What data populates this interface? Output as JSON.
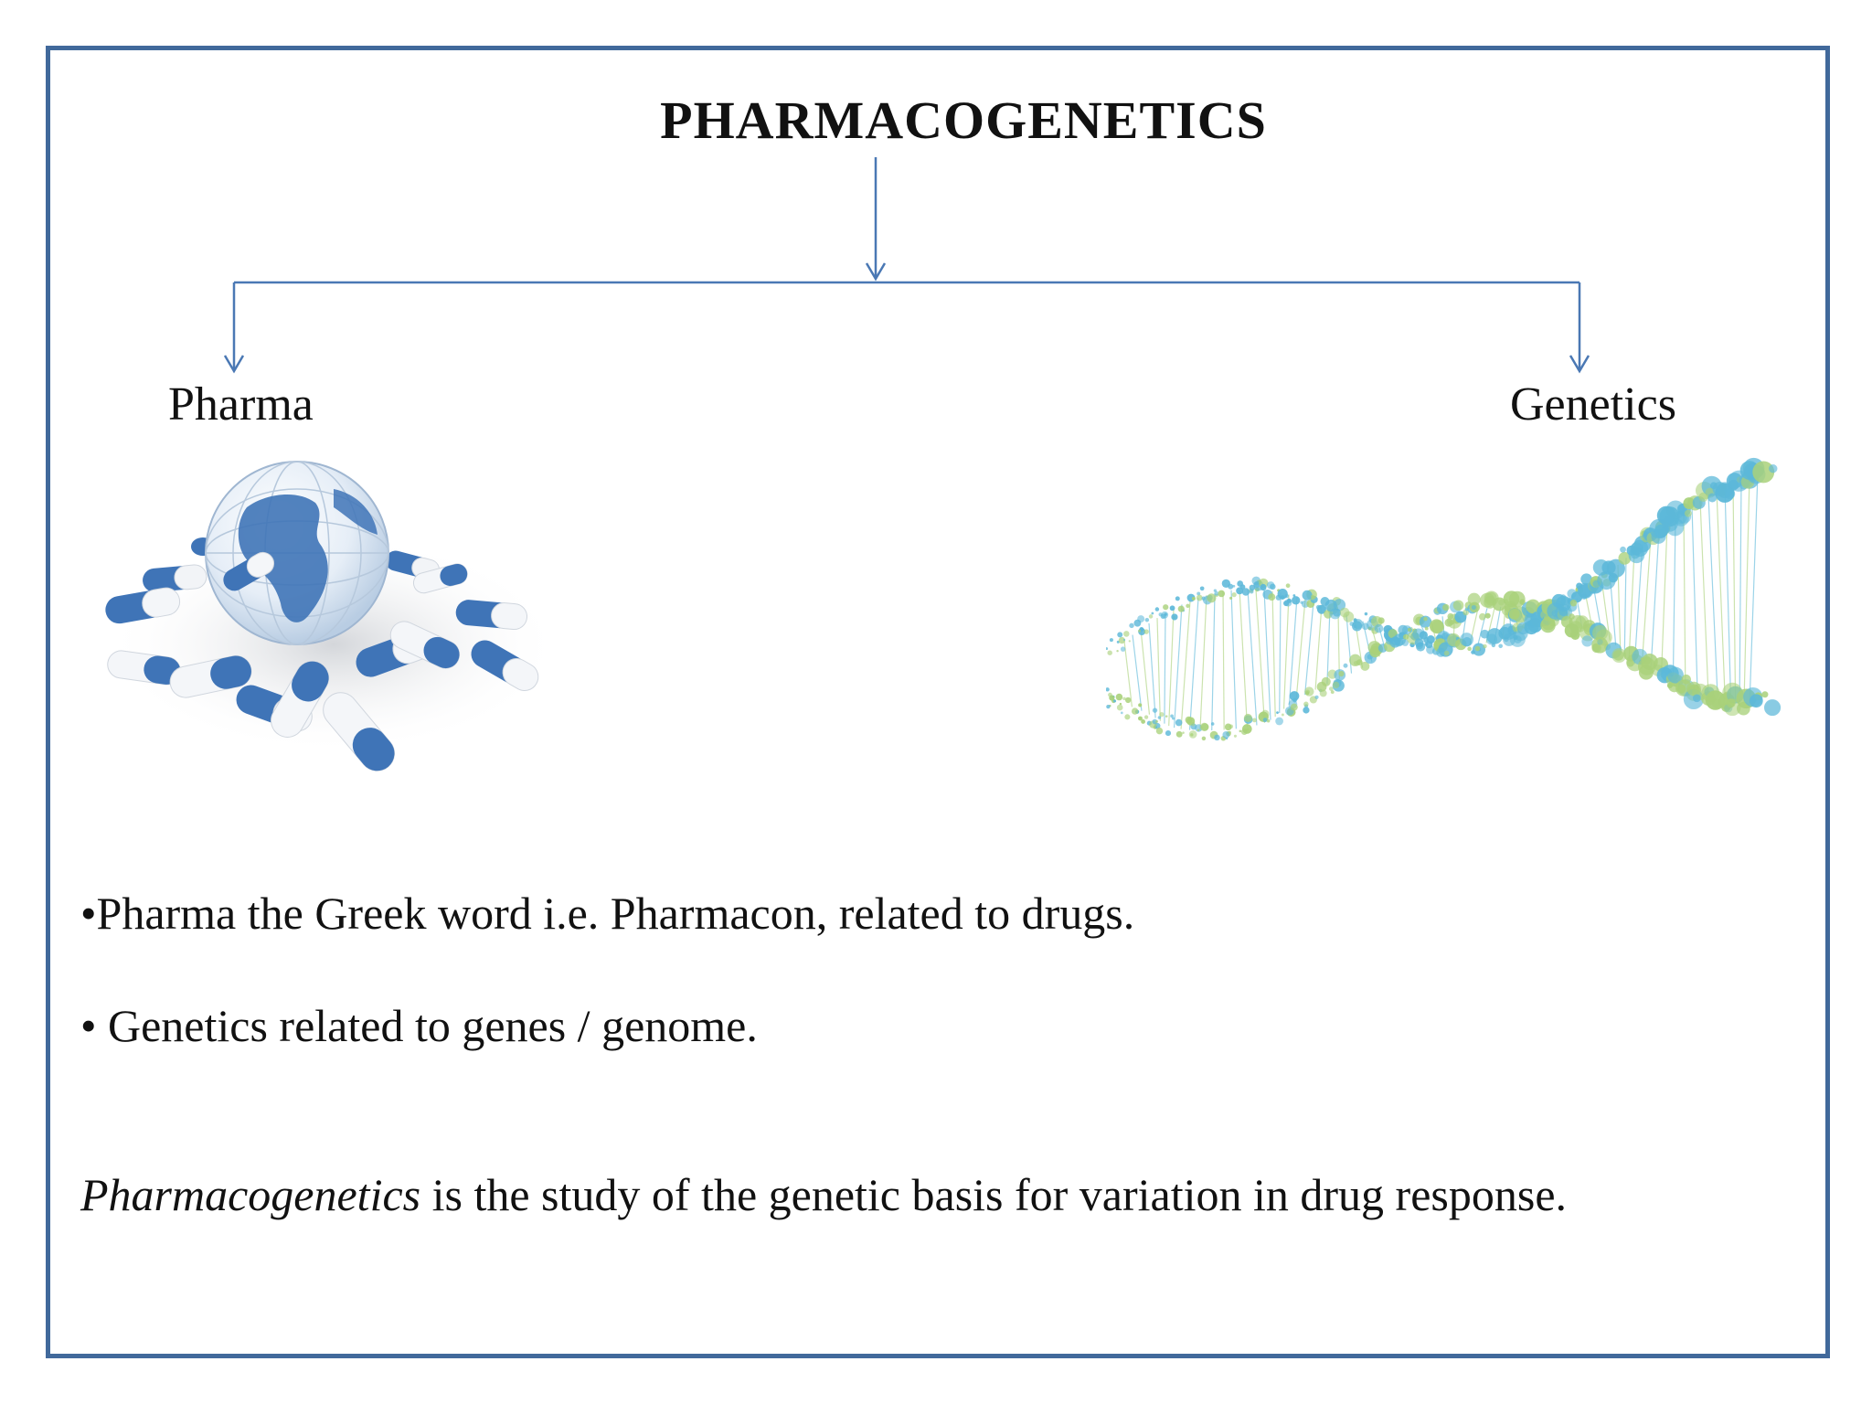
{
  "slide": {
    "title": "PHARMACOGENETICS",
    "branches": {
      "left_label": "Pharma",
      "right_label": "Genetics"
    },
    "bullets": [
      "•Pharma the Greek word i.e. Pharmacon, related to drugs.",
      "• Genetics related to genes / genome."
    ],
    "definition": {
      "term": "Pharmacogenetics",
      "rest": " is the study of the genetic basis for variation in drug response."
    }
  },
  "colors": {
    "frame_border": "#41699b",
    "arrow": "#4a78b4",
    "pill_blue": "#3f74b7",
    "dna_blue": "#5cb8d9",
    "dna_green": "#a9d17a"
  },
  "icons": {
    "pharma_image": "globe-with-capsules-icon",
    "genetics_image": "dna-helix-icon"
  }
}
